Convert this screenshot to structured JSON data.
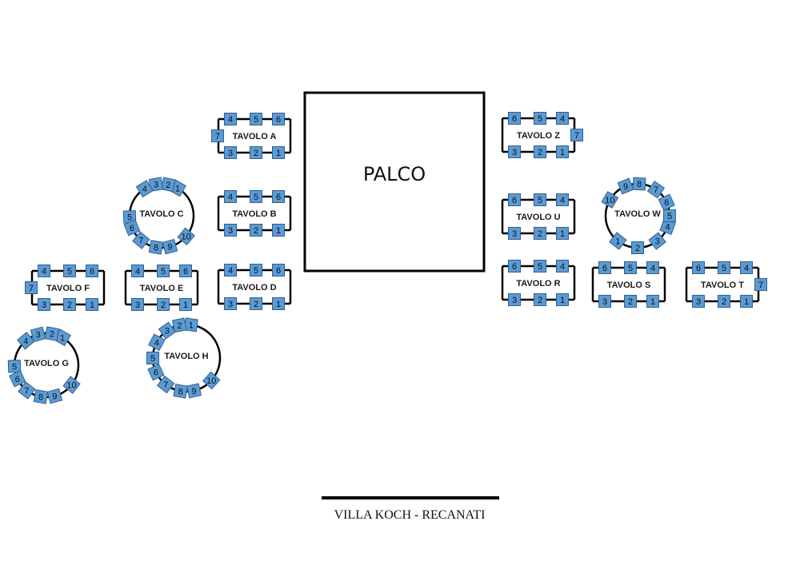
{
  "stage": {
    "label": "PALCO"
  },
  "venue": {
    "name": "VILLA KOCH - RECANATI"
  },
  "colors": {
    "seat_fill": "#5b9bd5",
    "seat_stroke": "#2f5f8f",
    "table_stroke": "#000000"
  },
  "tables": [
    {
      "id": "A",
      "label": "TAVOLO A",
      "shape": "rect",
      "seats": [
        "1",
        "2",
        "3",
        "4",
        "5",
        "6",
        "7"
      ]
    },
    {
      "id": "B",
      "label": "TAVOLO B",
      "shape": "rect",
      "seats": [
        "1",
        "2",
        "3",
        "4",
        "5",
        "6"
      ]
    },
    {
      "id": "C",
      "label": "TAVOLO C",
      "shape": "round",
      "seats": [
        "1",
        "2",
        "3",
        "4",
        "5",
        "6",
        "7",
        "8",
        "9",
        "10"
      ]
    },
    {
      "id": "D",
      "label": "TAVOLO D",
      "shape": "rect",
      "seats": [
        "1",
        "2",
        "3",
        "4",
        "5",
        "6"
      ]
    },
    {
      "id": "E",
      "label": "TAVOLO E",
      "shape": "rect",
      "seats": [
        "1",
        "2",
        "3",
        "4",
        "5",
        "6"
      ]
    },
    {
      "id": "F",
      "label": "TAVOLO F",
      "shape": "rect",
      "seats": [
        "1",
        "2",
        "3",
        "4",
        "5",
        "6",
        "7"
      ]
    },
    {
      "id": "G",
      "label": "TAVOLO G",
      "shape": "round",
      "seats": [
        "1",
        "2",
        "3",
        "4",
        "5",
        "6",
        "7",
        "8",
        "9",
        "10"
      ]
    },
    {
      "id": "H",
      "label": "TAVOLO H",
      "shape": "round",
      "seats": [
        "1",
        "2",
        "3",
        "4",
        "5",
        "6",
        "7",
        "8",
        "9",
        "10"
      ]
    },
    {
      "id": "Z",
      "label": "TAVOLO Z",
      "shape": "rect",
      "seats": [
        "1",
        "2",
        "3",
        "4",
        "5",
        "6",
        "7"
      ]
    },
    {
      "id": "U",
      "label": "TAVOLO U",
      "shape": "rect",
      "seats": [
        "1",
        "2",
        "3",
        "4",
        "5",
        "6"
      ]
    },
    {
      "id": "W",
      "label": "TAVOLO W",
      "shape": "round",
      "seats": [
        "1",
        "2",
        "3",
        "4",
        "5",
        "6",
        "7",
        "8",
        "9",
        "10"
      ]
    },
    {
      "id": "R",
      "label": "TAVOLO R",
      "shape": "rect",
      "seats": [
        "1",
        "2",
        "3",
        "4",
        "5",
        "6"
      ]
    },
    {
      "id": "S",
      "label": "TAVOLO S",
      "shape": "rect",
      "seats": [
        "1",
        "2",
        "3",
        "4",
        "5",
        "6"
      ]
    },
    {
      "id": "T",
      "label": "TAVOLO T",
      "shape": "rect",
      "seats": [
        "1",
        "2",
        "3",
        "4",
        "5",
        "6",
        "7"
      ]
    }
  ]
}
